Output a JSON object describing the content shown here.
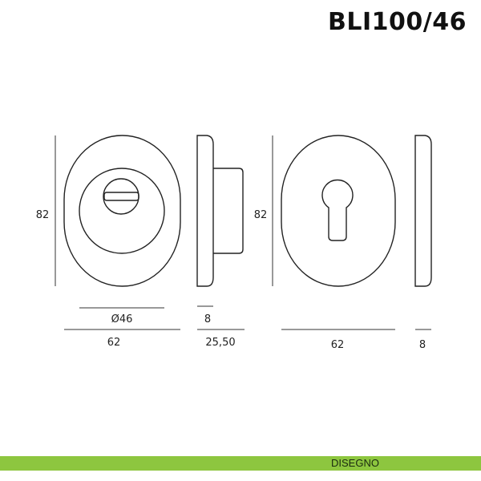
{
  "header": {
    "title": "BLI100/46"
  },
  "dimensions": {
    "front1_height": "82",
    "front1_inner_diameter": "Ø46",
    "front1_width": "62",
    "side1_plate": "8",
    "side1_total": "25,50",
    "front2_height": "82",
    "front2_width": "62",
    "side2_plate": "8"
  },
  "footer": {
    "label": "DISEGNO",
    "color": "#8dc63f"
  }
}
